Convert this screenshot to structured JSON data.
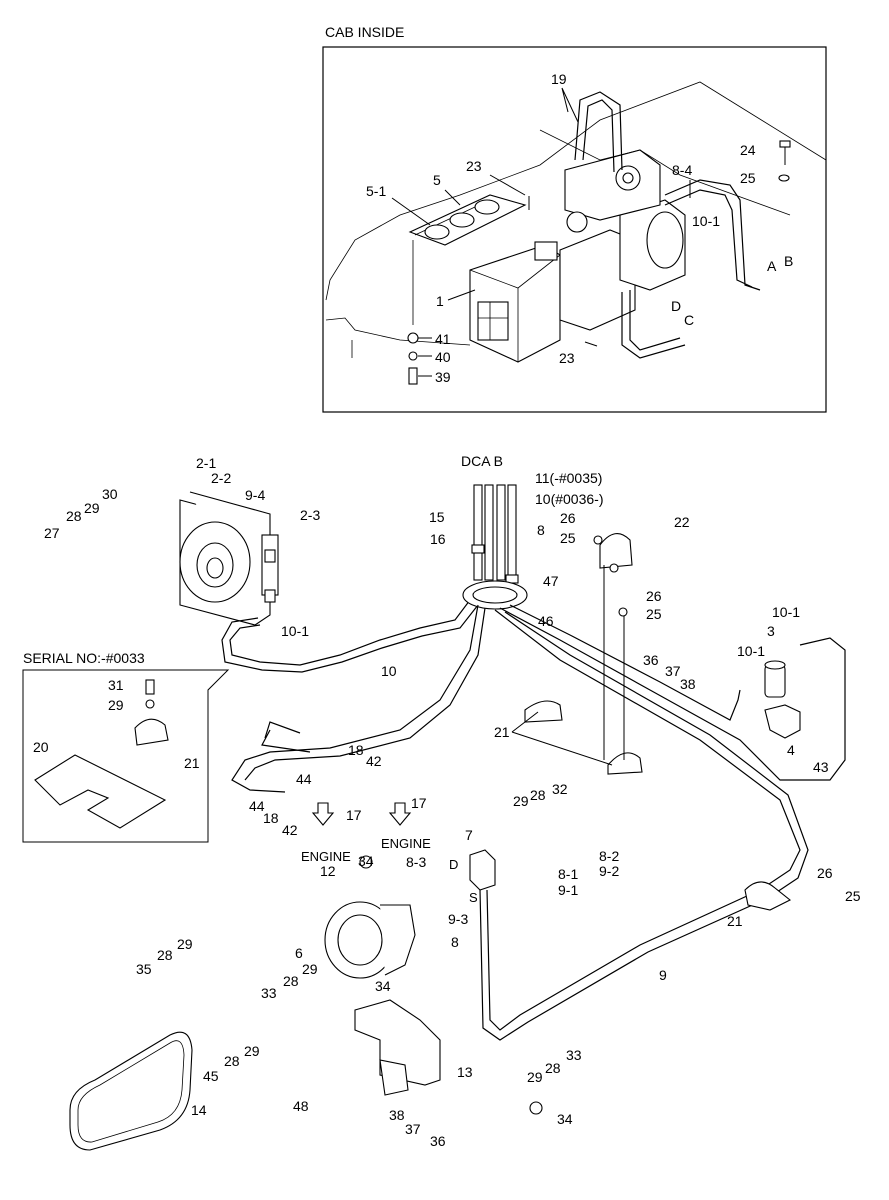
{
  "insets": {
    "cab_inside_title": "CAB INSIDE",
    "serial_title": "SERIAL NO:-#0033"
  },
  "pipe_letters": {
    "d": "D",
    "c": "C",
    "a": "A",
    "b": "B",
    "dcab": "DCA B",
    "s": "S"
  },
  "engine_labels": [
    "ENGINE",
    "ENGINE"
  ],
  "callouts": {
    "c19": "19",
    "c24": "24",
    "c25a": "25",
    "c8_4": "8-4",
    "c23a": "23",
    "c5": "5",
    "c5_1": "5-1",
    "c10_1a": "10-1",
    "c1": "1",
    "c41": "41",
    "c40": "40",
    "c39": "39",
    "c23b": "23",
    "c2_1": "2-1",
    "c2_2": "2-2",
    "c9_4": "9-4",
    "c30": "30",
    "c29a": "29",
    "c28a": "28",
    "c27": "27",
    "c2_3": "2-3",
    "c10_1b": "10-1",
    "c10": "10",
    "c11": "11(-#0035)",
    "c10s": "10(#0036-)",
    "c15": "15",
    "c8a": "8",
    "c16": "16",
    "c47": "47",
    "c46": "46",
    "c26a": "26",
    "c25b": "25",
    "c22": "22",
    "c26b": "26",
    "c25c": "25",
    "c10_1c": "10-1",
    "c3": "3",
    "c36a": "36",
    "c37a": "37",
    "c38a": "38",
    "c10_1d": "10-1",
    "c4": "4",
    "c43": "43",
    "c21a": "21",
    "c31": "31",
    "c29b": "29",
    "c20": "20",
    "c21b": "21",
    "c18a": "18",
    "c42a": "42",
    "c44a": "44",
    "c44b": "44",
    "c18b": "18",
    "c42b": "42",
    "c17a": "17",
    "c17b": "17",
    "c29c": "29",
    "c28b": "28",
    "c32": "32",
    "c7": "7",
    "c8_3": "8-3",
    "c8_2": "8-2",
    "c9_2": "9-2",
    "c8_1": "8-1",
    "c9_1": "9-1",
    "c9_3": "9-3",
    "c8b": "8",
    "c34a": "34",
    "c12": "12",
    "c26c": "26",
    "c25d": "25",
    "c21c": "21",
    "c9": "9",
    "c6": "6",
    "c29d": "29",
    "c28c": "28",
    "c35": "35",
    "c29e": "29",
    "c28d": "28",
    "c33a": "33",
    "c34b": "34",
    "c33b": "33",
    "c28e": "28",
    "c29f": "29",
    "c13": "13",
    "c29g": "29",
    "c28f": "28",
    "c45": "45",
    "c14": "14",
    "c48": "48",
    "c38b": "38",
    "c37b": "37",
    "c36b": "36",
    "c34c": "34"
  }
}
